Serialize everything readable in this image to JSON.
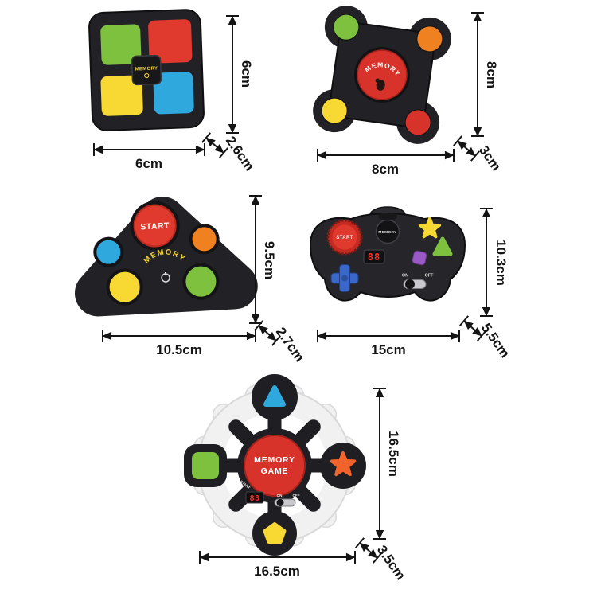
{
  "figure": {
    "background_color": "#ffffff",
    "annotation_color": "#141414",
    "colors": {
      "green": "#7ec13e",
      "red": "#e03a2f",
      "yellow": "#f8d832",
      "blue": "#2fa8dd",
      "orange": "#f08121",
      "purple": "#9b59c8",
      "shell_black": "#222226",
      "display_red": "#ff2d1f"
    },
    "products": {
      "square": {
        "name": "square memory game",
        "memory_label": "MEMORY",
        "height": "6cm",
        "width": "6cm",
        "depth": "2.6cm"
      },
      "quad": {
        "name": "four button memory game",
        "memory_label": "MEMORY",
        "height": "8cm",
        "width": "8cm",
        "depth": "3cm"
      },
      "pad": {
        "name": "start memory game pad",
        "start_label": "START",
        "memory_label": "MEMORY",
        "height": "9.5cm",
        "width": "10.5cm",
        "depth": "2.7cm"
      },
      "controller": {
        "name": "memory game controller",
        "start_label": "START",
        "memory_label": "MEMORY",
        "display_value": "88",
        "on_label": "ON",
        "off_label": "OFF",
        "height": "10.3cm",
        "width": "15cm",
        "depth": "5.5cm"
      },
      "wheel": {
        "name": "steering wheel memory game",
        "title_line1": "MEMORY",
        "title_line2": "GAME",
        "display_value": "88",
        "start_label": "START",
        "on_label": "ON",
        "off_label": "OFF",
        "height": "16.5cm",
        "width": "16.5cm",
        "depth": "3.5cm"
      }
    }
  }
}
